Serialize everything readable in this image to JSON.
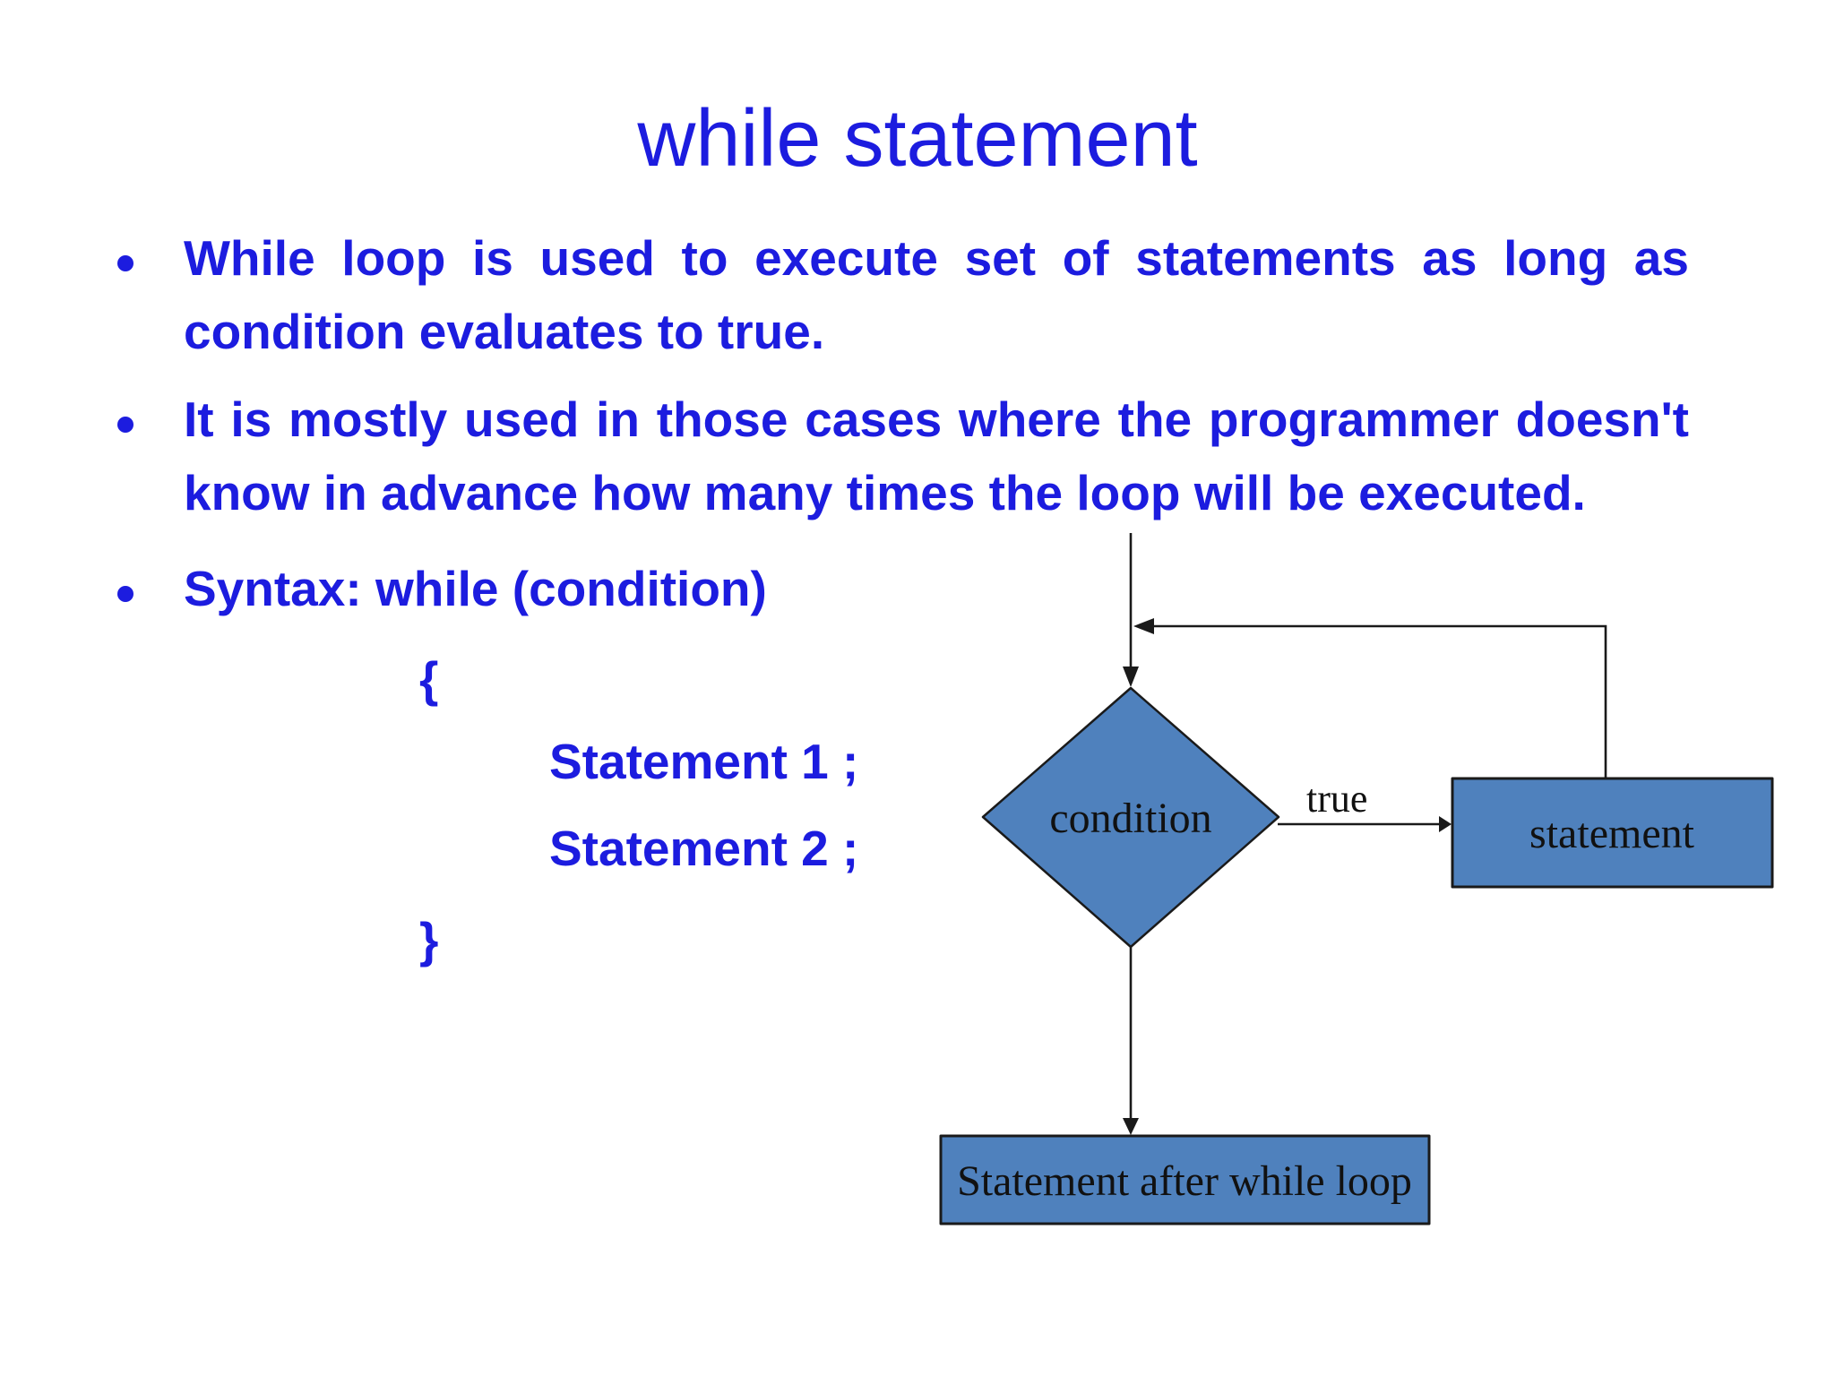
{
  "slide": {
    "colors": {
      "text_blue": "#1c1cdf",
      "shape_fill": "#4f81bd",
      "shape_stroke": "#1a1a1a",
      "flow_line": "#1a1a1a",
      "flow_text": "#111111",
      "background": "#ffffff"
    },
    "title": "while statement",
    "bullets": [
      {
        "line1": "While loop is used to execute set of statements as long as",
        "line2": "condition evaluates to true."
      },
      {
        "line1": "It is mostly used in those cases where the programmer doesn't",
        "line2": "know in advance how many times the loop will be executed."
      },
      {
        "line1": "Syntax: while (condition)"
      }
    ],
    "code": {
      "open_brace": "{",
      "statement1": "Statement 1 ;",
      "statement2": "Statement 2 ;",
      "close_brace": "}"
    },
    "flowchart": {
      "condition_label": "condition",
      "true_label": "true",
      "statement_label": "statement",
      "after_loop_label": "Statement after while loop"
    }
  }
}
